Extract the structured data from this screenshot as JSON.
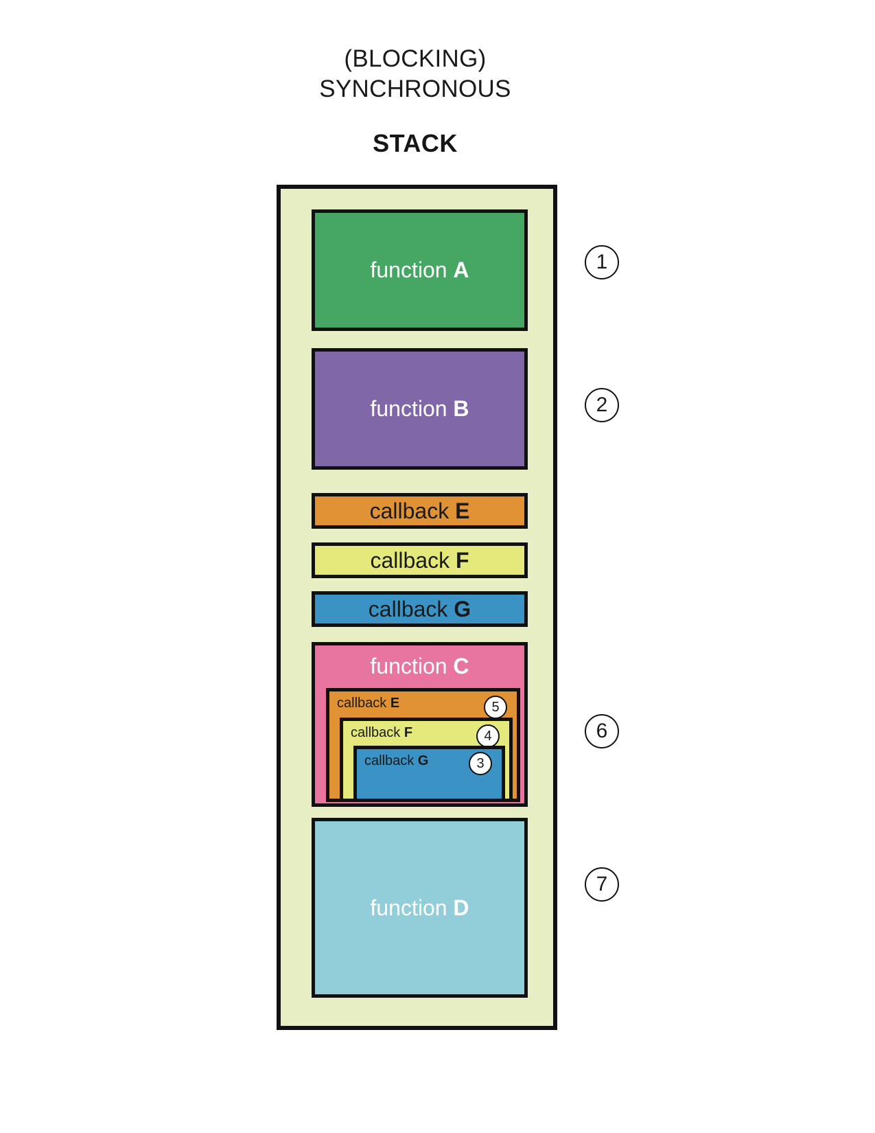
{
  "header": {
    "line1": "(BLOCKING)",
    "line2": "SYNCHRONOUS",
    "stack_title": "STACK"
  },
  "colors": {
    "container_fill": "#e8eec4",
    "border": "#111111",
    "function_a": "#45a763",
    "function_b": "#8068a8",
    "callback_e": "#e09235",
    "callback_f": "#e5e87a",
    "callback_g": "#3b92c4",
    "function_c": "#e8759f",
    "function_d": "#92cdda",
    "badge_fill": "#ffffff",
    "page_background": "#ffffff"
  },
  "stack": {
    "frames": [
      {
        "kind": "function",
        "name": "function ",
        "letter": "A",
        "badge": "1"
      },
      {
        "kind": "function",
        "name": "function ",
        "letter": "B",
        "badge": "2"
      },
      {
        "kind": "callback",
        "name": "callback ",
        "letter": "E",
        "badge": ""
      },
      {
        "kind": "callback",
        "name": "callback ",
        "letter": "F",
        "badge": ""
      },
      {
        "kind": "callback",
        "name": "callback ",
        "letter": "G",
        "badge": ""
      },
      {
        "kind": "function",
        "name": "function ",
        "letter": "C",
        "badge": "6"
      },
      {
        "kind": "function",
        "name": "function ",
        "letter": "D",
        "badge": "7"
      }
    ],
    "nested_in_c": [
      {
        "name": "callback ",
        "letter": "E",
        "badge": "5"
      },
      {
        "name": "callback ",
        "letter": "F",
        "badge": "4"
      },
      {
        "name": "callback ",
        "letter": "G",
        "badge": "3"
      }
    ]
  }
}
